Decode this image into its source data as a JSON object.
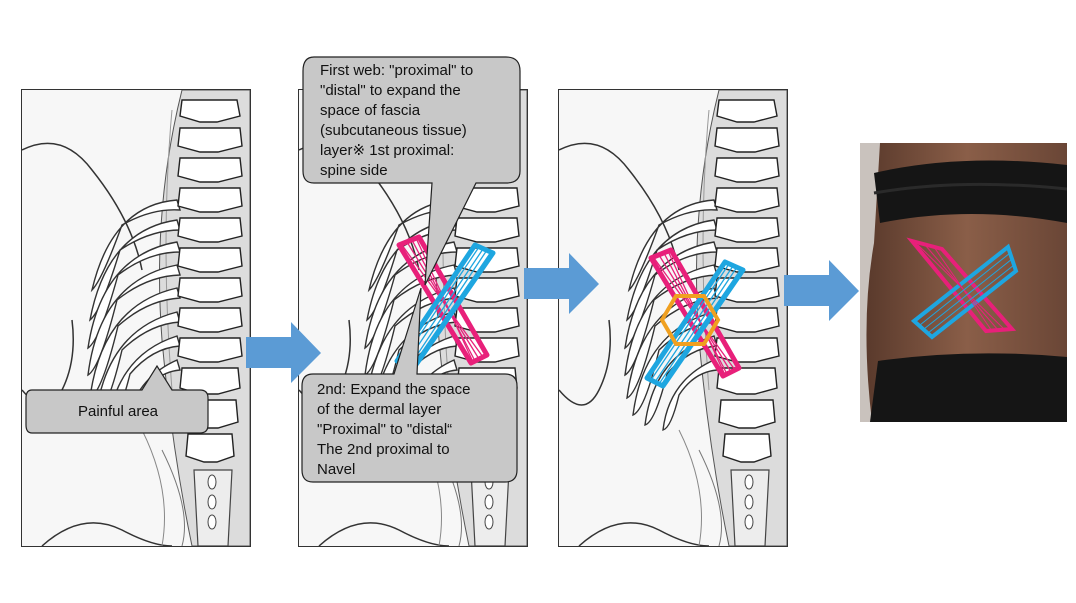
{
  "callouts": {
    "painful": "Painful area",
    "first_web": [
      "First web: \"proximal\" to",
      "\"distal\" to expand the",
      "space of fascia",
      "(subcutaneous tissue)",
      "layer※ 1st proximal:",
      "spine side"
    ],
    "second": [
      "2nd: Expand the space",
      "of the dermal layer",
      "\"Proximal\" to \"distal“",
      "The 2nd proximal to",
      "Navel"
    ]
  },
  "colors": {
    "arrow": "#5b9bd5",
    "callout_fill": "#c8c8c8",
    "tape_pink": "#e8207a",
    "tape_blue": "#1ea6e0",
    "focus_ring": "#f0a020",
    "skin": "#7a5240",
    "clothing": "#151515"
  },
  "icons": [
    "right-arrow-icon"
  ]
}
